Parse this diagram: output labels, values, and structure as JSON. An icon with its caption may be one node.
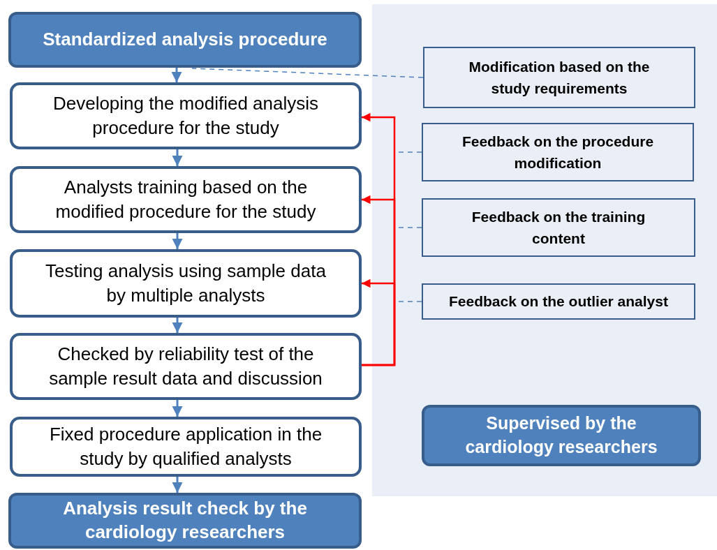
{
  "diagram": {
    "nodes": [
      {
        "text": [
          "Standardized analysis procedure"
        ]
      },
      {
        "text": [
          "Developing the modified analysis procedure for the study"
        ]
      },
      {
        "text": [
          "Analysts training based on the modified procedure for the study"
        ]
      },
      {
        "text": [
          "Testing analysis using sample data by multiple analysts"
        ]
      },
      {
        "text": [
          "Checked by reliability test of the sample result data and discussion"
        ]
      },
      {
        "text": [
          "Fixed procedure application in the study by qualified analysts"
        ]
      },
      {
        "text": [
          "Analysis result check by the cardiology researchers"
        ]
      },
      {
        "text": [],
        "shape": "box"
      },
      {
        "text": [
          "Modification based on the study requirements"
        ],
        "in": 7
      },
      {
        "text": [
          "Feedback on the procedure modification"
        ],
        "in": 7
      },
      {
        "text": [
          "Feedback on the training content"
        ],
        "in": 7
      },
      {
        "text": [
          "Feedback on the outlier analyst"
        ],
        "in": 7
      },
      {
        "text": [
          "Supervised by the cardiology researchers"
        ],
        "in": 7
      }
    ],
    "edges": [
      {
        "from": 0,
        "to": 1,
        "arrow": "to"
      },
      {
        "from": 1,
        "to": 2,
        "arrow": "to"
      },
      {
        "from": 2,
        "to": 3,
        "arrow": "to"
      },
      {
        "from": 3,
        "to": 4,
        "arrow": "to"
      },
      {
        "from": 4,
        "to": 5,
        "arrow": "to"
      },
      {
        "from": 5,
        "to": 6,
        "arrow": "to"
      },
      {
        "from": 4,
        "to": 1,
        "arrow": "to",
        "color": "#ff0000"
      },
      {
        "from": 4,
        "to": 2,
        "arrow": "to",
        "color": "#ff0000"
      },
      {
        "from": 4,
        "to": 3,
        "arrow": "to",
        "color": "#ff0000"
      },
      {
        "from": 8,
        "to": 0,
        "arrow": "none",
        "style": "dashed"
      },
      {
        "from": 9,
        "to": null,
        "arrow": "none",
        "style": "dashed"
      },
      {
        "from": 10,
        "to": null,
        "arrow": "none",
        "style": "dashed"
      },
      {
        "from": 11,
        "to": null,
        "arrow": "none",
        "style": "dashed"
      }
    ]
  }
}
